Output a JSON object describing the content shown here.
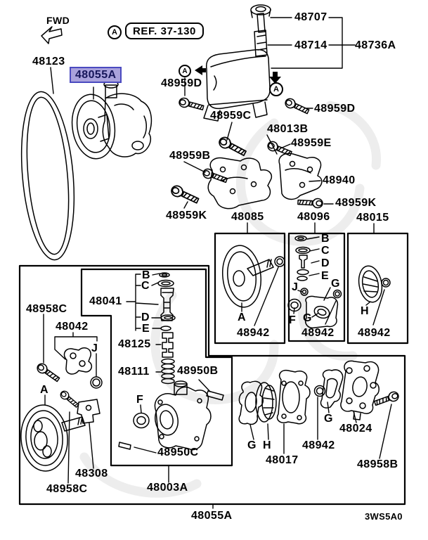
{
  "diagram": {
    "fwd_label": "FWD",
    "ref_marker": "A",
    "ref_label": "REF. 37-130",
    "drawing_code": "3WS5A0",
    "highlighted_part": "48055A",
    "colors": {
      "highlight_fill": "#a9a2dc",
      "highlight_border": "#4a4ac0",
      "line": "#000000",
      "watermark": "#e4e4e4"
    }
  },
  "parts": {
    "p48123": "48123",
    "p48055A": "48055A",
    "p48707": "48707",
    "p48714": "48714",
    "p48736A": "48736A",
    "p48959D": "48959D",
    "p48959C": "48959C",
    "p48013B": "48013B",
    "p48959E": "48959E",
    "p48959B": "48959B",
    "p48940": "48940",
    "p48959K": "48959K",
    "p48085": "48085",
    "p48096": "48096",
    "p48015": "48015",
    "p48942": "48942",
    "p48958C": "48958C",
    "p48042": "48042",
    "p48041": "48041",
    "p48125": "48125",
    "p48111": "48111",
    "p48950B": "48950B",
    "p48950C": "48950C",
    "p48308": "48308",
    "p48003A": "48003A",
    "p48017": "48017",
    "p48024": "48024",
    "p48958B": "48958B"
  },
  "callouts": {
    "A": "A",
    "B": "B",
    "C": "C",
    "D": "D",
    "E": "E",
    "F": "F",
    "G": "G",
    "H": "H",
    "J": "J"
  }
}
